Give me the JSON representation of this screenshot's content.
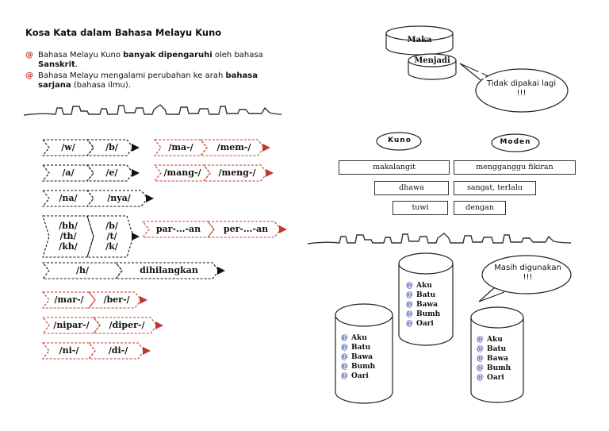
{
  "title": "Kosa Kata dalam Bahasa Melayu Kuno",
  "bullets": [
    {
      "pre": "Bahasa Melayu Kuno ",
      "bold": "banyak dipengaruhi",
      "mid": " oleh bahasa ",
      "bold2": "Sanskrit",
      "post": "."
    },
    {
      "pre": "Bahasa Melayu mengalami perubahan ke arah ",
      "bold": "bahasa sarjana",
      "mid": " (bahasa ilmu).",
      "bold2": "",
      "post": ""
    }
  ],
  "changes": [
    {
      "from": "/w/",
      "to": "/b/",
      "style": "black"
    },
    {
      "from": "/a/",
      "to": "/e/",
      "style": "black"
    },
    {
      "from": "/na/",
      "to": "/nya/",
      "style": "black"
    },
    {
      "from": "/bh/\n/th/\n/kh/",
      "to": "/b/\n/t/\n/k/",
      "style": "black"
    },
    {
      "from": "/h/",
      "to": "dihilangkan",
      "style": "black"
    },
    {
      "from": "/mar-/",
      "to": "/ber-/",
      "style": "red"
    },
    {
      "from": "/nipar-/",
      "to": "/diper-/",
      "style": "red"
    },
    {
      "from": "/ni-/",
      "to": "/di-/",
      "style": "red"
    },
    {
      "from": "/ma-/",
      "to": "/mem-/",
      "style": "red"
    },
    {
      "from": "/mang-/",
      "to": "/meng-/",
      "style": "red"
    },
    {
      "from": "par-...-an",
      "to": "per-...-an",
      "style": "red"
    }
  ],
  "discs": {
    "top": "Maka",
    "bottom": "Menjadi"
  },
  "callout_top": "Tidak dipakai lagi !!!",
  "callout_bottom": "Masih digunakan !!!",
  "tabs": {
    "kuno": "Kuno",
    "moden": "Moden"
  },
  "pairs": [
    {
      "kuno": "makalangit",
      "moden": "mengganggu fikiran"
    },
    {
      "kuno": "dhawa",
      "moden": "sangat, terlalu"
    },
    {
      "kuno": "tuwi",
      "moden": "dengan"
    }
  ],
  "cylinder_words": [
    "Aku",
    "Batu",
    "Bawa",
    "Bumh",
    "Oari"
  ],
  "colors": {
    "red": "#c0392b",
    "blue": "#2a3a9c",
    "black": "#111111"
  }
}
